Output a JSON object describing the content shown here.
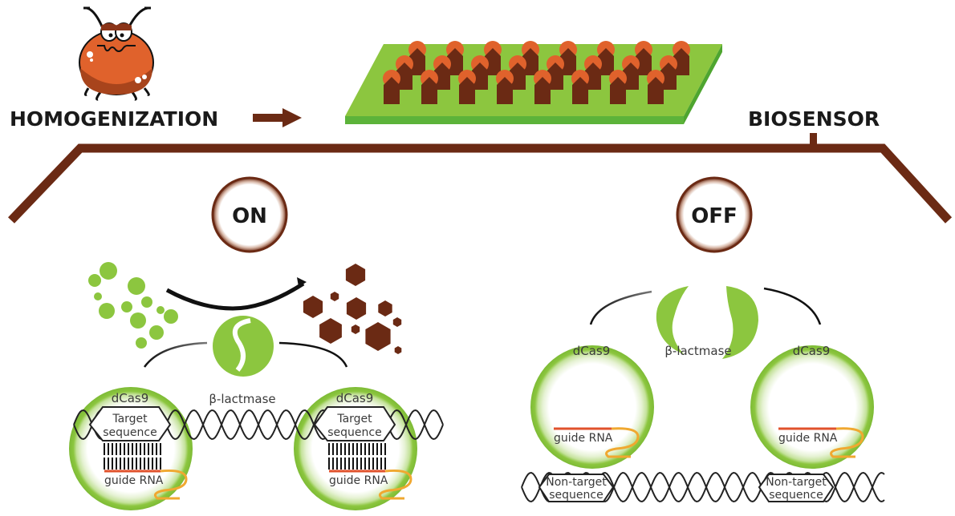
{
  "diagram": {
    "top": {
      "left_label": "HOMOGENIZATION",
      "right_label": "BIOSENSOR",
      "mascot": "mite-bug-icon",
      "arrow": "right-arrow-icon",
      "sensor": "biosensor-chip-icon"
    },
    "on_panel": {
      "state_label": "ON",
      "enzyme_label": "β-lactmase",
      "left_complex": {
        "protein_label": "dCas9",
        "target_label_line1": "Target",
        "target_label_line2": "sequence",
        "guide_label": "guide RNA"
      },
      "right_complex": {
        "protein_label": "dCas9",
        "target_label_line1": "Target",
        "target_label_line2": "sequence",
        "guide_label": "guide RNA"
      },
      "substrate": "green-substrate-circles",
      "product": "brown-product-hexagons"
    },
    "off_panel": {
      "state_label": "OFF",
      "enzyme_label": "β-lactmase",
      "left_complex": {
        "protein_label": "dCas9",
        "guide_label": "guide RNA"
      },
      "right_complex": {
        "protein_label": "dCas9",
        "guide_label": "guide RNA"
      },
      "dna_left_label_line1": "Non-target",
      "dna_left_label_line2": "sequence",
      "dna_right_label_line1": "Non-target",
      "dna_right_label_line2": "sequence"
    },
    "colors": {
      "brown": "#6b2a14",
      "orange": "#e0622c",
      "green": "#8cc63f",
      "green_dark": "#5cb33a",
      "guide_red": "#e0522c",
      "guide_orange": "#f0a830",
      "text": "#1a1a1a"
    }
  }
}
